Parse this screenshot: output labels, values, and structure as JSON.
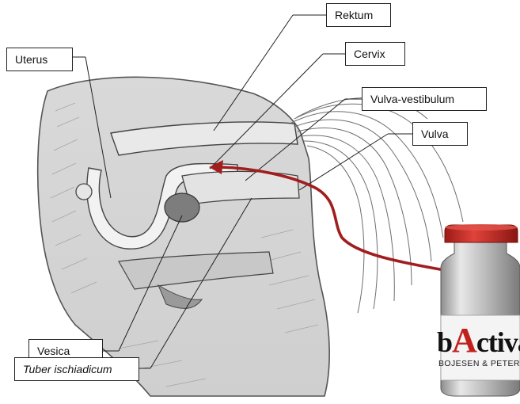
{
  "labels": {
    "rektum": "Rektum",
    "cervix": "Cervix",
    "vulva_vestibulum": "Vulva-vestibulum",
    "vulva": "Vulva",
    "uterus": "Uterus",
    "vesica": "Vesica",
    "tuber_ischiadicum": "Tuber ischiadicum"
  },
  "vial": {
    "brand_first": "b",
    "brand_accent": "A",
    "brand_rest": "ctivat",
    "maker": "BOJESEN & PETERSE"
  },
  "colors": {
    "arrow": "#a21d1d",
    "vial_cap": "#c62a24",
    "brand_accent": "#c0211c",
    "leader_lines": "#222222"
  }
}
